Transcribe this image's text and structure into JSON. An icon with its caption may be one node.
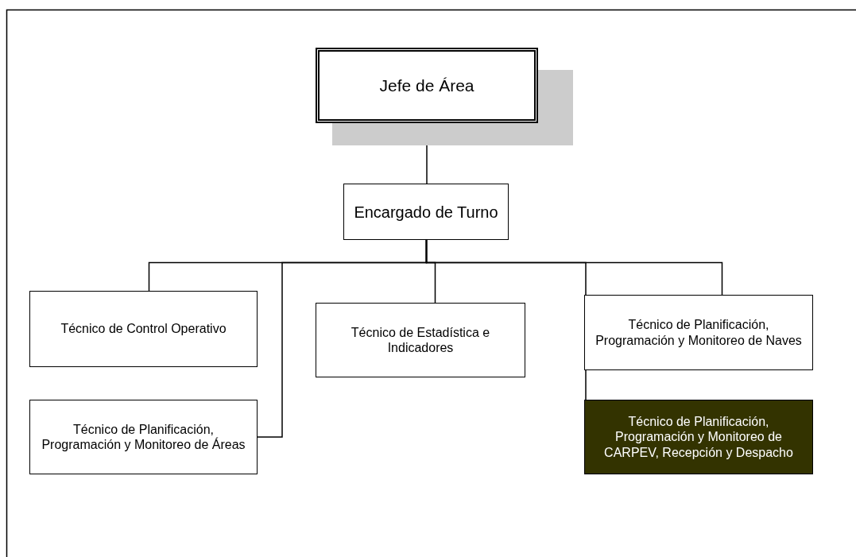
{
  "diagram": {
    "nodes": [
      {
        "text": [
          "Jefe de Área"
        ]
      },
      {
        "text": [
          "Encargado de Turno"
        ]
      },
      {
        "text": [
          "Técnico de Control Operativo"
        ]
      },
      {
        "text": [
          "Técnico de Estadística e Indicadores"
        ]
      },
      {
        "text": [
          "Técnico de Planificación, Programación y Monitoreo de Naves"
        ]
      },
      {
        "text": [
          "Técnico de Planificación, Programación y Monitoreo de Áreas"
        ]
      },
      {
        "text": [
          "Técnico de Planificación, Programación y Monitoreo de CARPEV, Recepción y Despacho"
        ]
      }
    ],
    "edges": [
      {
        "from": 0,
        "to": 1,
        "arrow": "none"
      },
      {
        "from": 1,
        "to": 2,
        "arrow": "none"
      },
      {
        "from": 1,
        "to": 5,
        "arrow": "none"
      },
      {
        "from": 1,
        "to": 3,
        "arrow": "none"
      },
      {
        "from": 1,
        "to": 6,
        "arrow": "none"
      },
      {
        "from": 1,
        "to": 4,
        "arrow": "none"
      }
    ]
  }
}
